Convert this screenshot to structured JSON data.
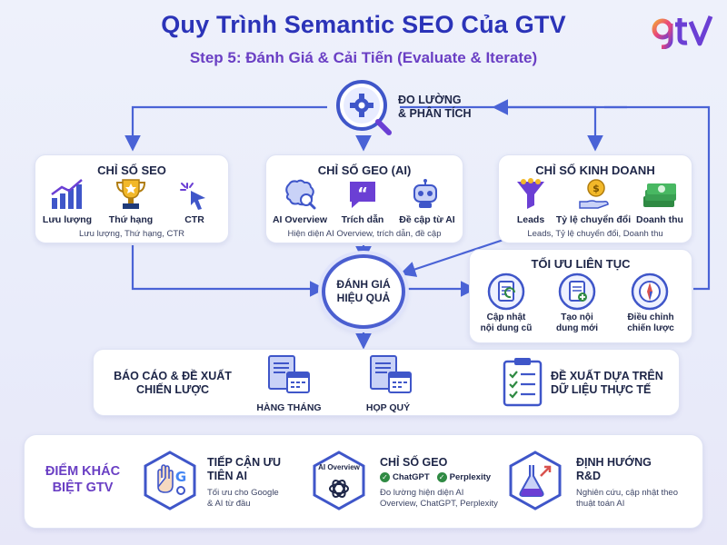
{
  "header": {
    "title": "Quy Trình Semantic SEO Của GTV",
    "subtitle": "Step 5: Đánh Giá & Cải Tiến (Evaluate & Iterate)",
    "logo_text": "gtv"
  },
  "center": {
    "measure_line1": "ĐO LƯỜNG",
    "measure_line2": "& PHÂN TÍCH",
    "evaluate_line1": "ĐÁNH GIÁ",
    "evaluate_line2": "HIỆU QUẢ"
  },
  "seo": {
    "title": "CHỈ SỐ SEO",
    "items": [
      "Lưu lượng",
      "Thứ hạng",
      "CTR"
    ],
    "note": "Lưu lượng, Thứ hạng, CTR"
  },
  "geo": {
    "title": "CHỈ SỐ GEO (AI)",
    "items": [
      "AI Overview",
      "Trích dẫn",
      "Đề cập từ AI"
    ],
    "note": "Hiện diện AI Overview, trích dẫn, đề cập"
  },
  "business": {
    "title": "CHỈ SỐ KINH DOANH",
    "items": [
      "Leads",
      "Tỷ lệ chuyển đổi",
      "Doanh thu"
    ],
    "note": "Leads, Tỷ lệ chuyển đổi, Doanh thu"
  },
  "optimize": {
    "title": "TỐI ƯU LIÊN TỤC",
    "items": [
      {
        "line1": "Cập nhật",
        "line2": "nội dung cũ"
      },
      {
        "line1": "Tạo nội",
        "line2": "dung mới"
      },
      {
        "line1": "Điều chỉnh",
        "line2": "chiến lược"
      }
    ]
  },
  "report": {
    "label_line1": "BÁO CÁO & ĐỀ XUẤT",
    "label_line2": "CHIẾN LƯỢC",
    "monthly": "HÀNG THÁNG",
    "quarterly": "HỌP QUÝ",
    "proposal_line1": "ĐỀ XUẤT DỰA TRÊN",
    "proposal_line2": "DỮ LIỆU THỰC TẾ"
  },
  "footer": {
    "label_line1": "ĐIỂM KHÁC",
    "label_line2": "BIỆT GTV",
    "ai": {
      "title_line1": "TIẾP CẬN ƯU",
      "title_line2": "TIÊN AI",
      "text_line1": "Tối ưu cho Google",
      "text_line2": "& AI từ đầu"
    },
    "geo": {
      "badge": "AI Overview",
      "title": "CHỈ SỐ GEO",
      "chip1": "ChatGPT",
      "chip2": "Perplexity",
      "text_line1": "Đo lường hiện diện AI",
      "text_line2": "Overview, ChatGPT, Perplexity"
    },
    "rd": {
      "title_line1": "ĐỊNH HƯỚNG",
      "title_line2": "R&D",
      "text_line1": "Nghiên cứu, cập nhật theo",
      "text_line2": "thuật toán AI"
    }
  },
  "colors": {
    "primary": "#2b33b8",
    "accent_purple": "#6a3fc4",
    "line_blue": "#4a63d6"
  }
}
